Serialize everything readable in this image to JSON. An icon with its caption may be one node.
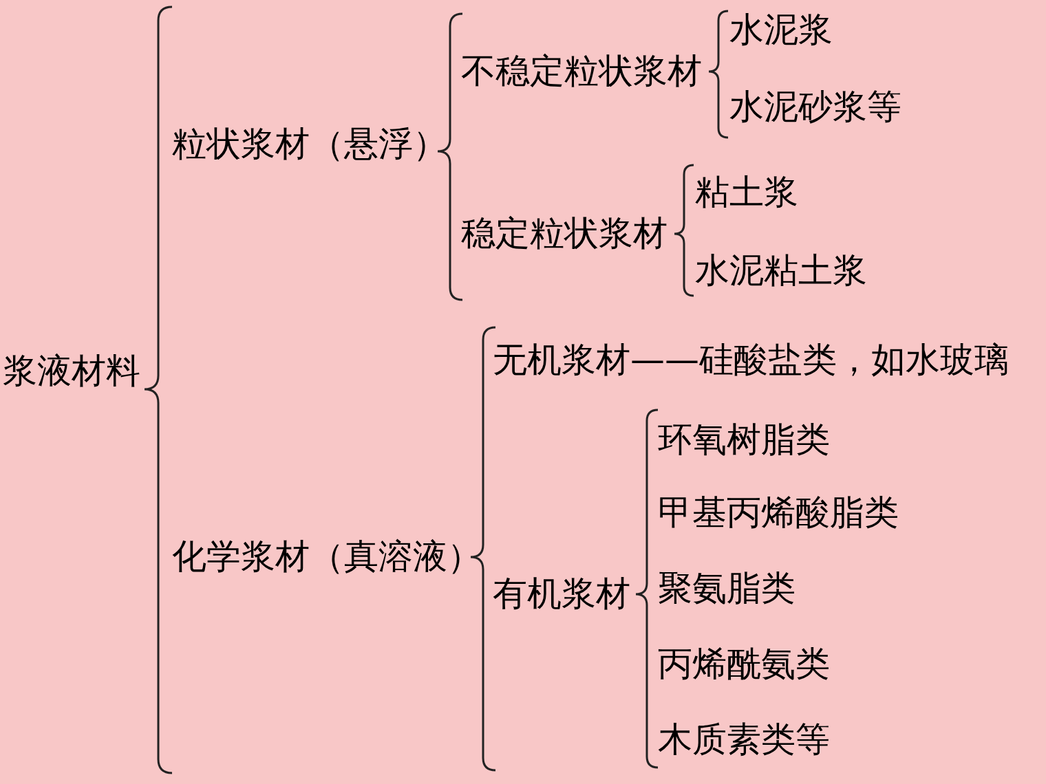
{
  "diagram": {
    "nodes": [
      {
        "text": [
          "浆液材料"
        ]
      },
      {
        "text": [
          "粒状浆材（悬浮）"
        ]
      },
      {
        "text": [
          "不稳定粒状浆材"
        ]
      },
      {
        "text": [
          "水泥浆"
        ]
      },
      {
        "text": [
          "水泥砂浆等"
        ]
      },
      {
        "text": [
          "稳定粒状浆材"
        ]
      },
      {
        "text": [
          "粘土浆"
        ]
      },
      {
        "text": [
          "水泥粘土浆"
        ]
      },
      {
        "text": [
          "化学浆材（真溶液）"
        ]
      },
      {
        "text": [
          "无机浆材——硅酸盐类，如水玻璃"
        ]
      },
      {
        "text": [
          "有机浆材"
        ]
      },
      {
        "text": [
          "环氧树脂类"
        ]
      },
      {
        "text": [
          "甲基丙烯酸脂类"
        ]
      },
      {
        "text": [
          "聚氨脂类"
        ]
      },
      {
        "text": [
          "丙烯酰氨类"
        ]
      },
      {
        "text": [
          "木质素类等"
        ]
      }
    ]
  }
}
